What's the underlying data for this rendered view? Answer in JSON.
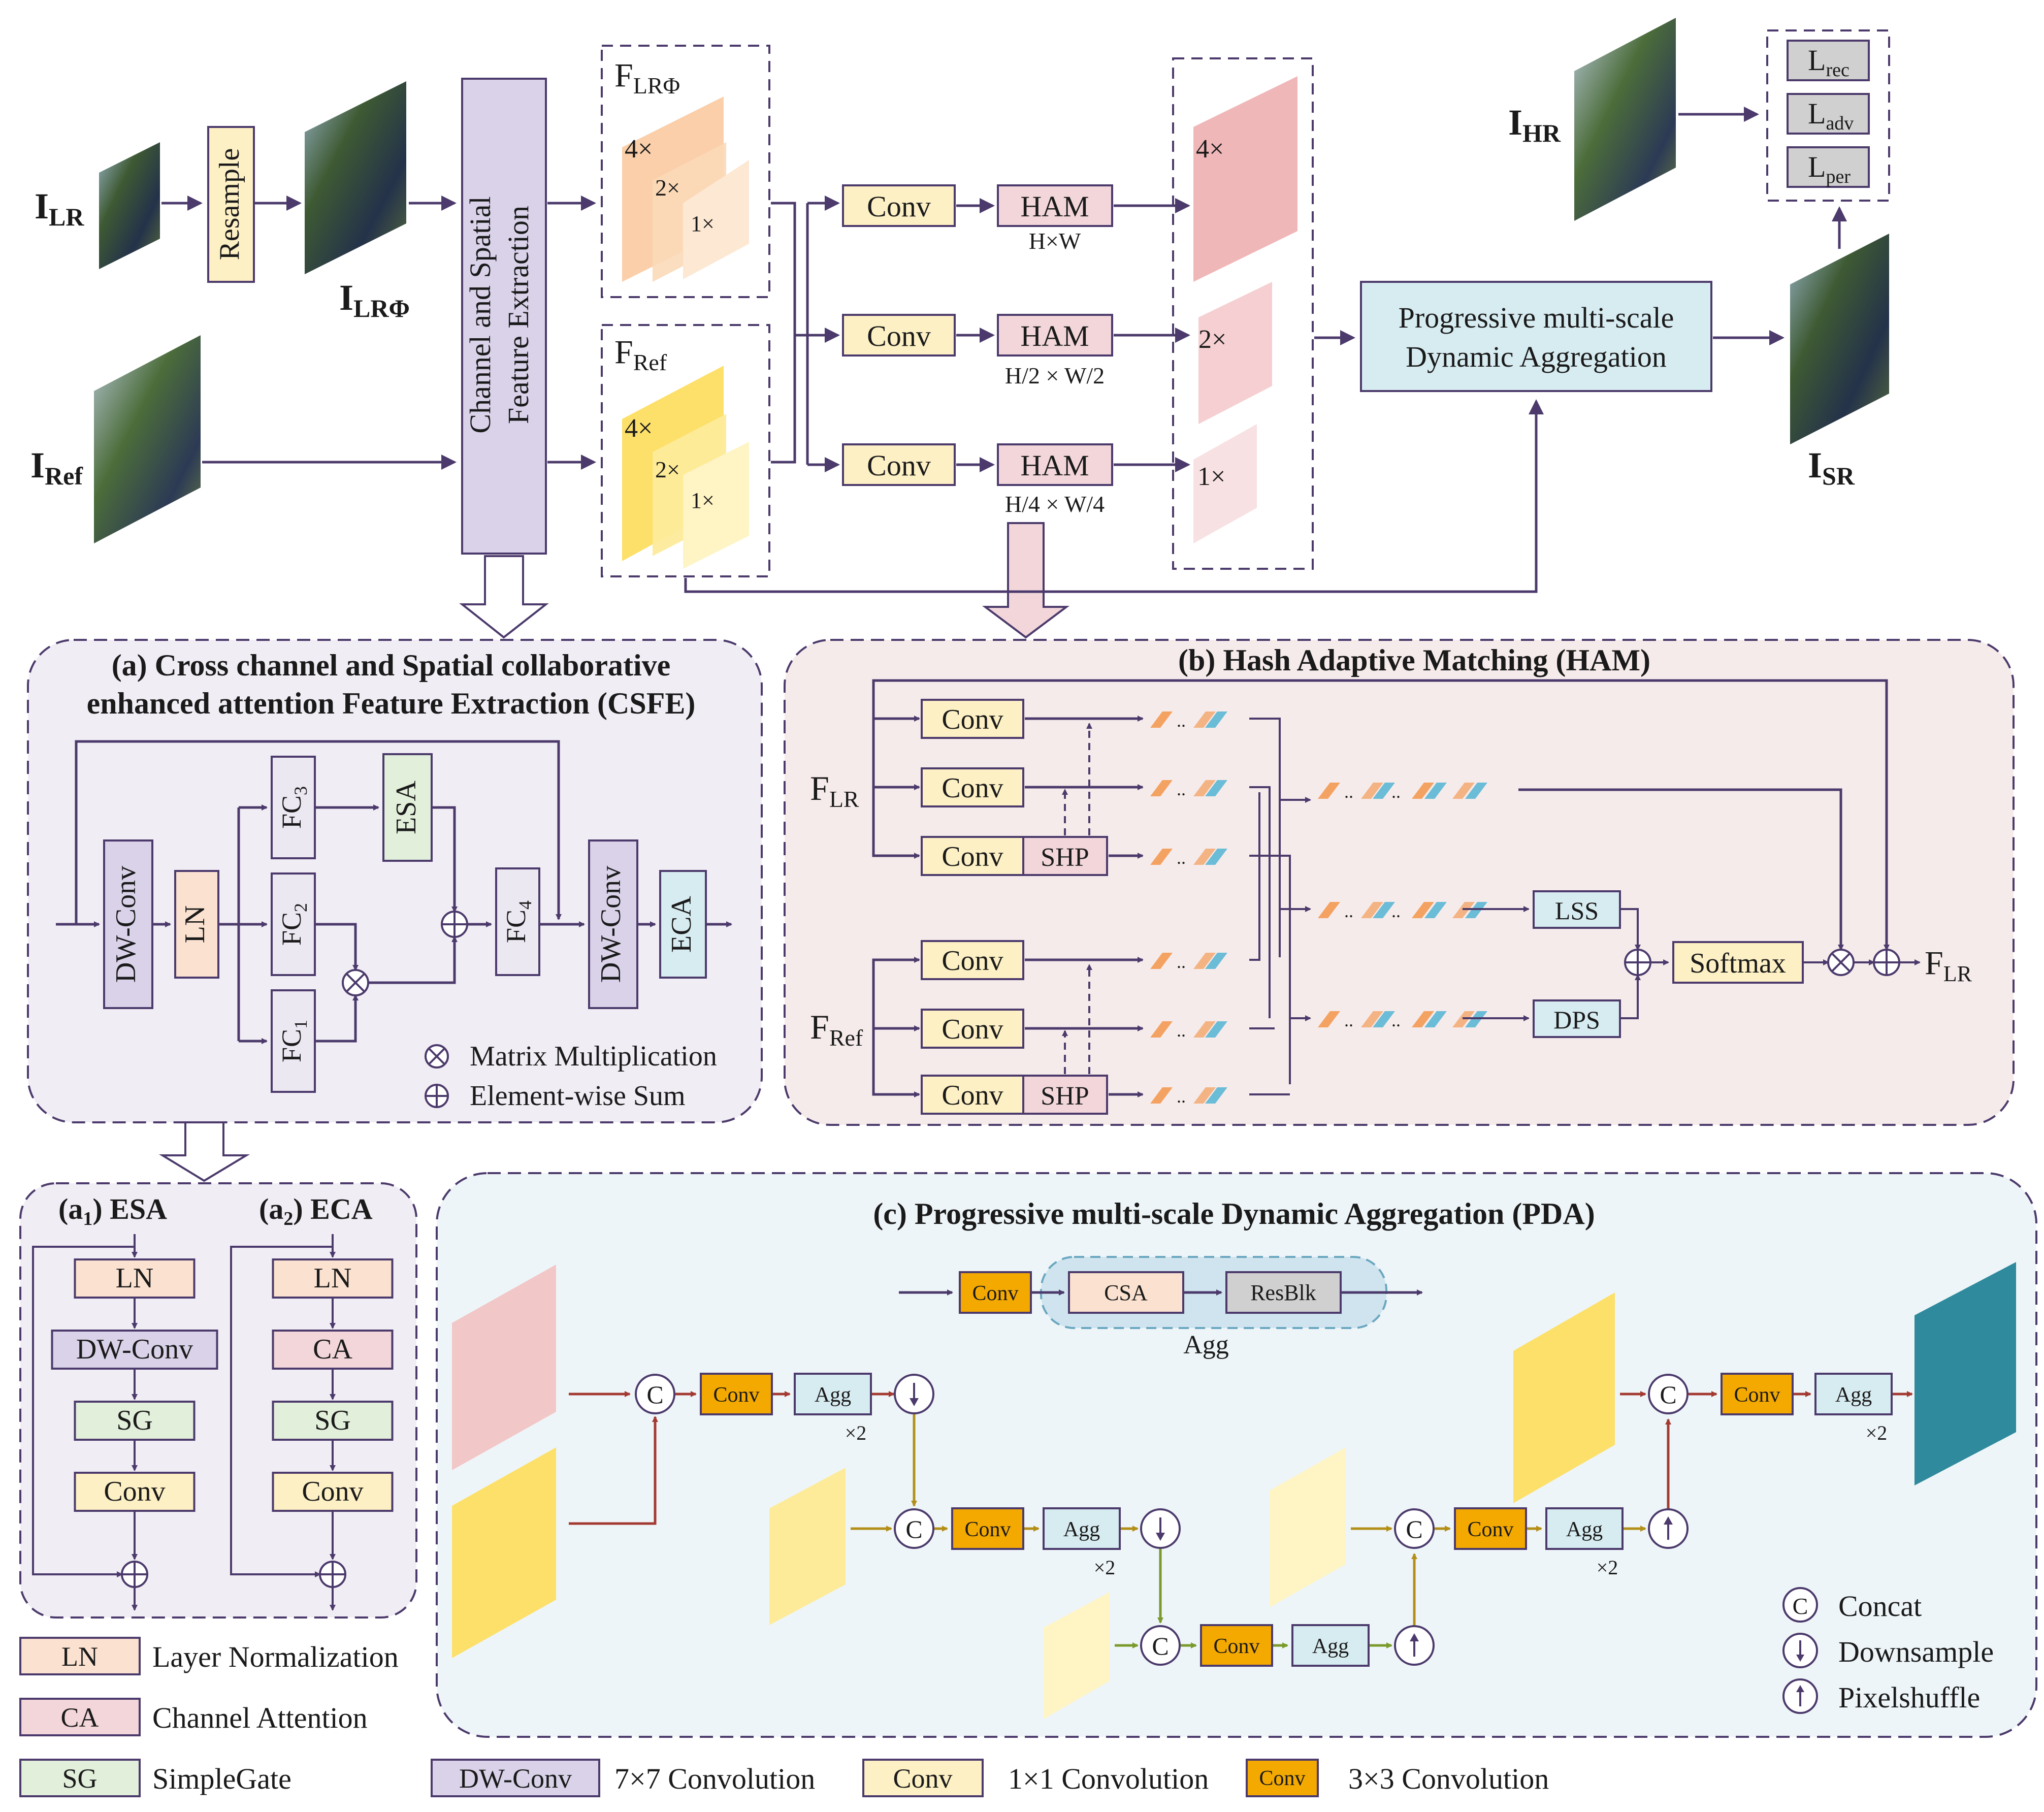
{
  "top": {
    "i_lr": "I",
    "i_lr_sub": "LR",
    "i_ref": "I",
    "i_ref_sub": "Ref",
    "i_lr_phi": "I",
    "i_lr_phi_sub": "LRΦ",
    "i_hr": "I",
    "i_hr_sub": "HR",
    "i_sr": "I",
    "i_sr_sub": "SR",
    "resample": "Resample",
    "csfe_line1": "Channel and Spatial",
    "csfe_line2": "Feature Extraction",
    "f_lr_phi": "F",
    "f_lr_phi_sub": "LRΦ",
    "f_ref": "F",
    "f_ref_sub": "Ref",
    "scales": [
      "4×",
      "2×",
      "1×"
    ],
    "conv": "Conv",
    "ham": "HAM",
    "ham_dims": [
      "H×W",
      "H/2 × W/2",
      "H/4 × W/4"
    ],
    "pda_line1": "Progressive multi-scale",
    "pda_line2": "Dynamic Aggregation",
    "loss_rec": "L",
    "loss_rec_sub": "rec",
    "loss_adv": "L",
    "loss_adv_sub": "adv",
    "loss_per": "L",
    "loss_per_sub": "per"
  },
  "csfe": {
    "title1": "(a) Cross channel and Spatial collaborative",
    "title2": "enhanced attention Feature Extraction (CSFE)",
    "dwconv": "DW-Conv",
    "ln": "LN",
    "fc": "FC",
    "fc_subs": [
      "3",
      "2",
      "1",
      "4"
    ],
    "esa": "ESA",
    "eca": "ECA",
    "legend_mul": "Matrix Multiplication",
    "legend_sum": "Element-wise Sum"
  },
  "ham": {
    "title": "(b) Hash Adaptive Matching (HAM)",
    "conv": "Conv",
    "shp": "SHP",
    "f_lr": "F",
    "f_lr_sub": "LR",
    "f_ref": "F",
    "f_ref_sub": "Ref",
    "lss": "LSS",
    "dps": "DPS",
    "softmax": "Softmax",
    "out": "F",
    "out_sub": "LR",
    "dots": ".."
  },
  "esa": {
    "title": "(a",
    "title_sub": "1",
    "title_end": ") ESA",
    "blocks": [
      "LN",
      "DW-Conv",
      "SG",
      "Conv"
    ]
  },
  "eca": {
    "title": "(a",
    "title_sub": "2",
    "title_end": ") ECA",
    "blocks": [
      "LN",
      "CA",
      "SG",
      "Conv"
    ]
  },
  "pda": {
    "title": "(c) Progressive multi-scale Dynamic Aggregation (PDA)",
    "conv": "Conv",
    "csa": "CSA",
    "resblk": "ResBlk",
    "agg": "Agg",
    "x2": "×2",
    "concat_sym": "C",
    "legend_concat": "Concat",
    "legend_down": "Downsample",
    "legend_pixel": "Pixelshuffle"
  },
  "legend": {
    "ln": "LN",
    "ln_desc": "Layer Normalization",
    "ca": "CA",
    "ca_desc": "Channel Attention",
    "sg": "SG",
    "sg_desc": "SimpleGate",
    "dwconv": "DW-Conv",
    "dwconv_desc": "7×7 Convolution",
    "conv": "Conv",
    "conv_desc": "1×1 Convolution",
    "conv3": "Conv",
    "conv3_desc": "3×3 Convolution"
  },
  "colors": {
    "purple_box": "#d9d2e9",
    "yellow_box": "#fdf0c4",
    "peach_box": "#fbe2d0",
    "pink_box": "#f2d6da",
    "green_box": "#e2efda",
    "blue_box": "#d7ecf1",
    "orange_conv": "#f4a901",
    "gray_box": "#d0d0d0",
    "teal_out": "#2e8a9c",
    "line": "#4b3a6b",
    "red_line": "#a33a32",
    "olive_line": "#b38f1a",
    "green_line": "#7a9a2c"
  }
}
